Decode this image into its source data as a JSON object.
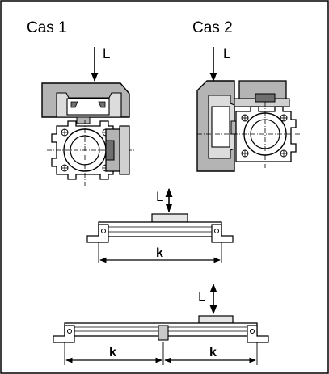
{
  "case1": {
    "title": "Cas 1",
    "load": "L"
  },
  "case2": {
    "title": "Cas 2",
    "load": "L"
  },
  "rail_top": {
    "load": "L",
    "dim": "k"
  },
  "rail_bottom": {
    "load": "L",
    "dim_left": "k",
    "dim_right": "k"
  },
  "colors": {
    "line": "#000000",
    "fill": "#b4b4b4",
    "dark": "#7a7a7a",
    "light": "#d8d8d8",
    "bg": "#ffffff"
  }
}
